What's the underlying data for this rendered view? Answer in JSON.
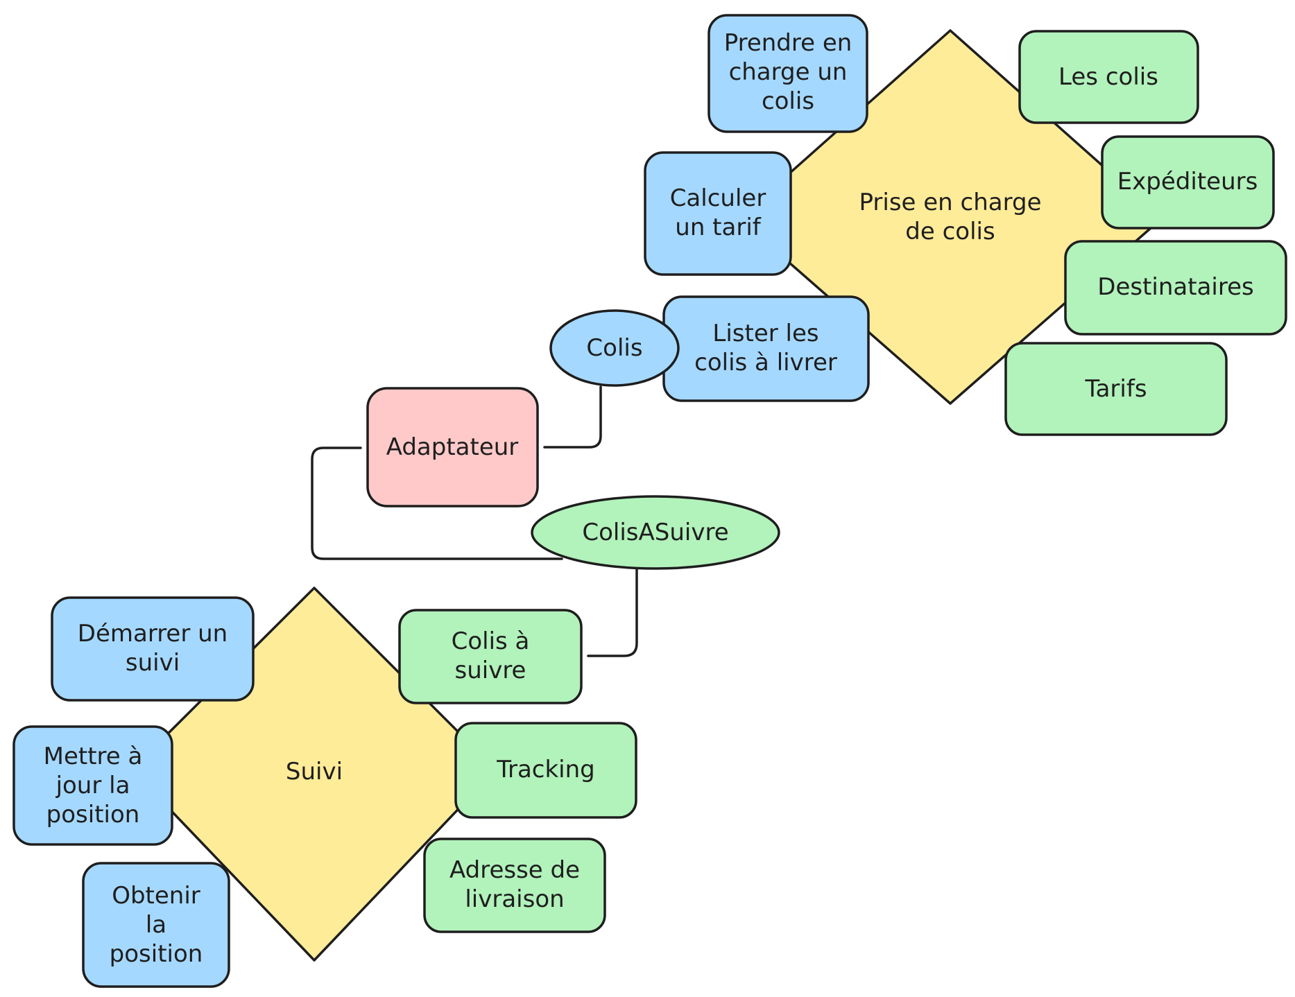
{
  "colors": {
    "blue": "#a5d8ff",
    "green": "#b2f2bb",
    "yellow": "#ffec99",
    "pink": "#ffc9c9",
    "stroke": "#1e1e1e"
  },
  "hexagons": {
    "prise_en_charge": [
      "Prise en charge",
      "de colis"
    ],
    "suivi": [
      "Suivi"
    ]
  },
  "nodes": {
    "prendre_en_charge": [
      "Prendre en",
      "charge un",
      "colis"
    ],
    "calculer_tarif": [
      "Calculer",
      "un tarif"
    ],
    "lister_colis": [
      "Lister les",
      "colis à livrer"
    ],
    "les_colis": [
      "Les colis"
    ],
    "expediteurs": [
      "Expéditeurs"
    ],
    "destinataires": [
      "Destinataires"
    ],
    "tarifs": [
      "Tarifs"
    ],
    "colis_port": [
      "Colis"
    ],
    "adaptateur": [
      "Adaptateur"
    ],
    "colisasuivre_port": [
      "ColisASuivre"
    ],
    "demarrer_suivi": [
      "Démarrer un",
      "suivi"
    ],
    "mettre_a_jour": [
      "Mettre à",
      "jour la",
      "position"
    ],
    "obtenir_position": [
      "Obtenir",
      "la",
      "position"
    ],
    "colis_a_suivre": [
      "Colis à",
      "suivre"
    ],
    "tracking": [
      "Tracking"
    ],
    "adresse_livraison": [
      "Adresse de",
      "livraison"
    ]
  }
}
